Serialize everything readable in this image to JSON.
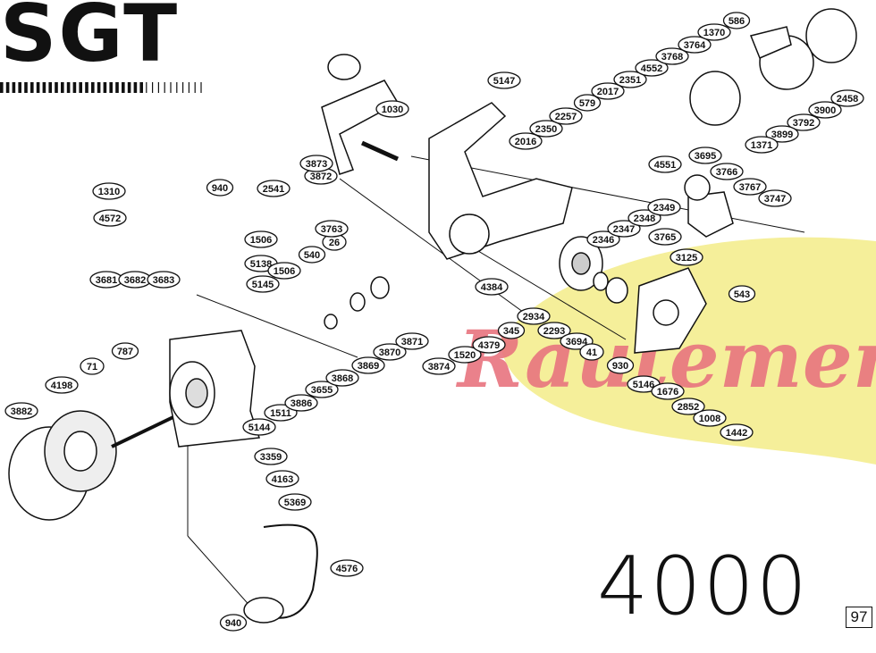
{
  "brand": {
    "name": "SGT"
  },
  "model": {
    "number": "4000"
  },
  "page": {
    "number": "97"
  },
  "watermark": {
    "text": "Rautement",
    "color": "#e8747f",
    "blob_color": "#f5ef9a"
  },
  "parts": [
    "1310",
    "940",
    "4572",
    "2541",
    "3872",
    "3873",
    "1506",
    "5138",
    "3681",
    "3682",
    "3683",
    "5145",
    "1506",
    "540",
    "26",
    "3763",
    "787",
    "71",
    "4198",
    "3882",
    "5144",
    "1511",
    "3886",
    "3655",
    "3868",
    "3869",
    "3870",
    "3871",
    "3874",
    "1520",
    "4379",
    "345",
    "4384",
    "2934",
    "2293",
    "3694",
    "41",
    "930",
    "5146",
    "1676",
    "2852",
    "1008",
    "1442",
    "543",
    "3125",
    "3765",
    "2346",
    "2347",
    "2348",
    "2349",
    "4551",
    "3695",
    "3766",
    "3767",
    "3747",
    "1030",
    "5147",
    "2016",
    "2350",
    "2257",
    "579",
    "2017",
    "2351",
    "4552",
    "3768",
    "3764",
    "1370",
    "586",
    "2458",
    "3900",
    "3792",
    "3899",
    "1371",
    "3359",
    "4163",
    "5369",
    "4576",
    "940"
  ]
}
